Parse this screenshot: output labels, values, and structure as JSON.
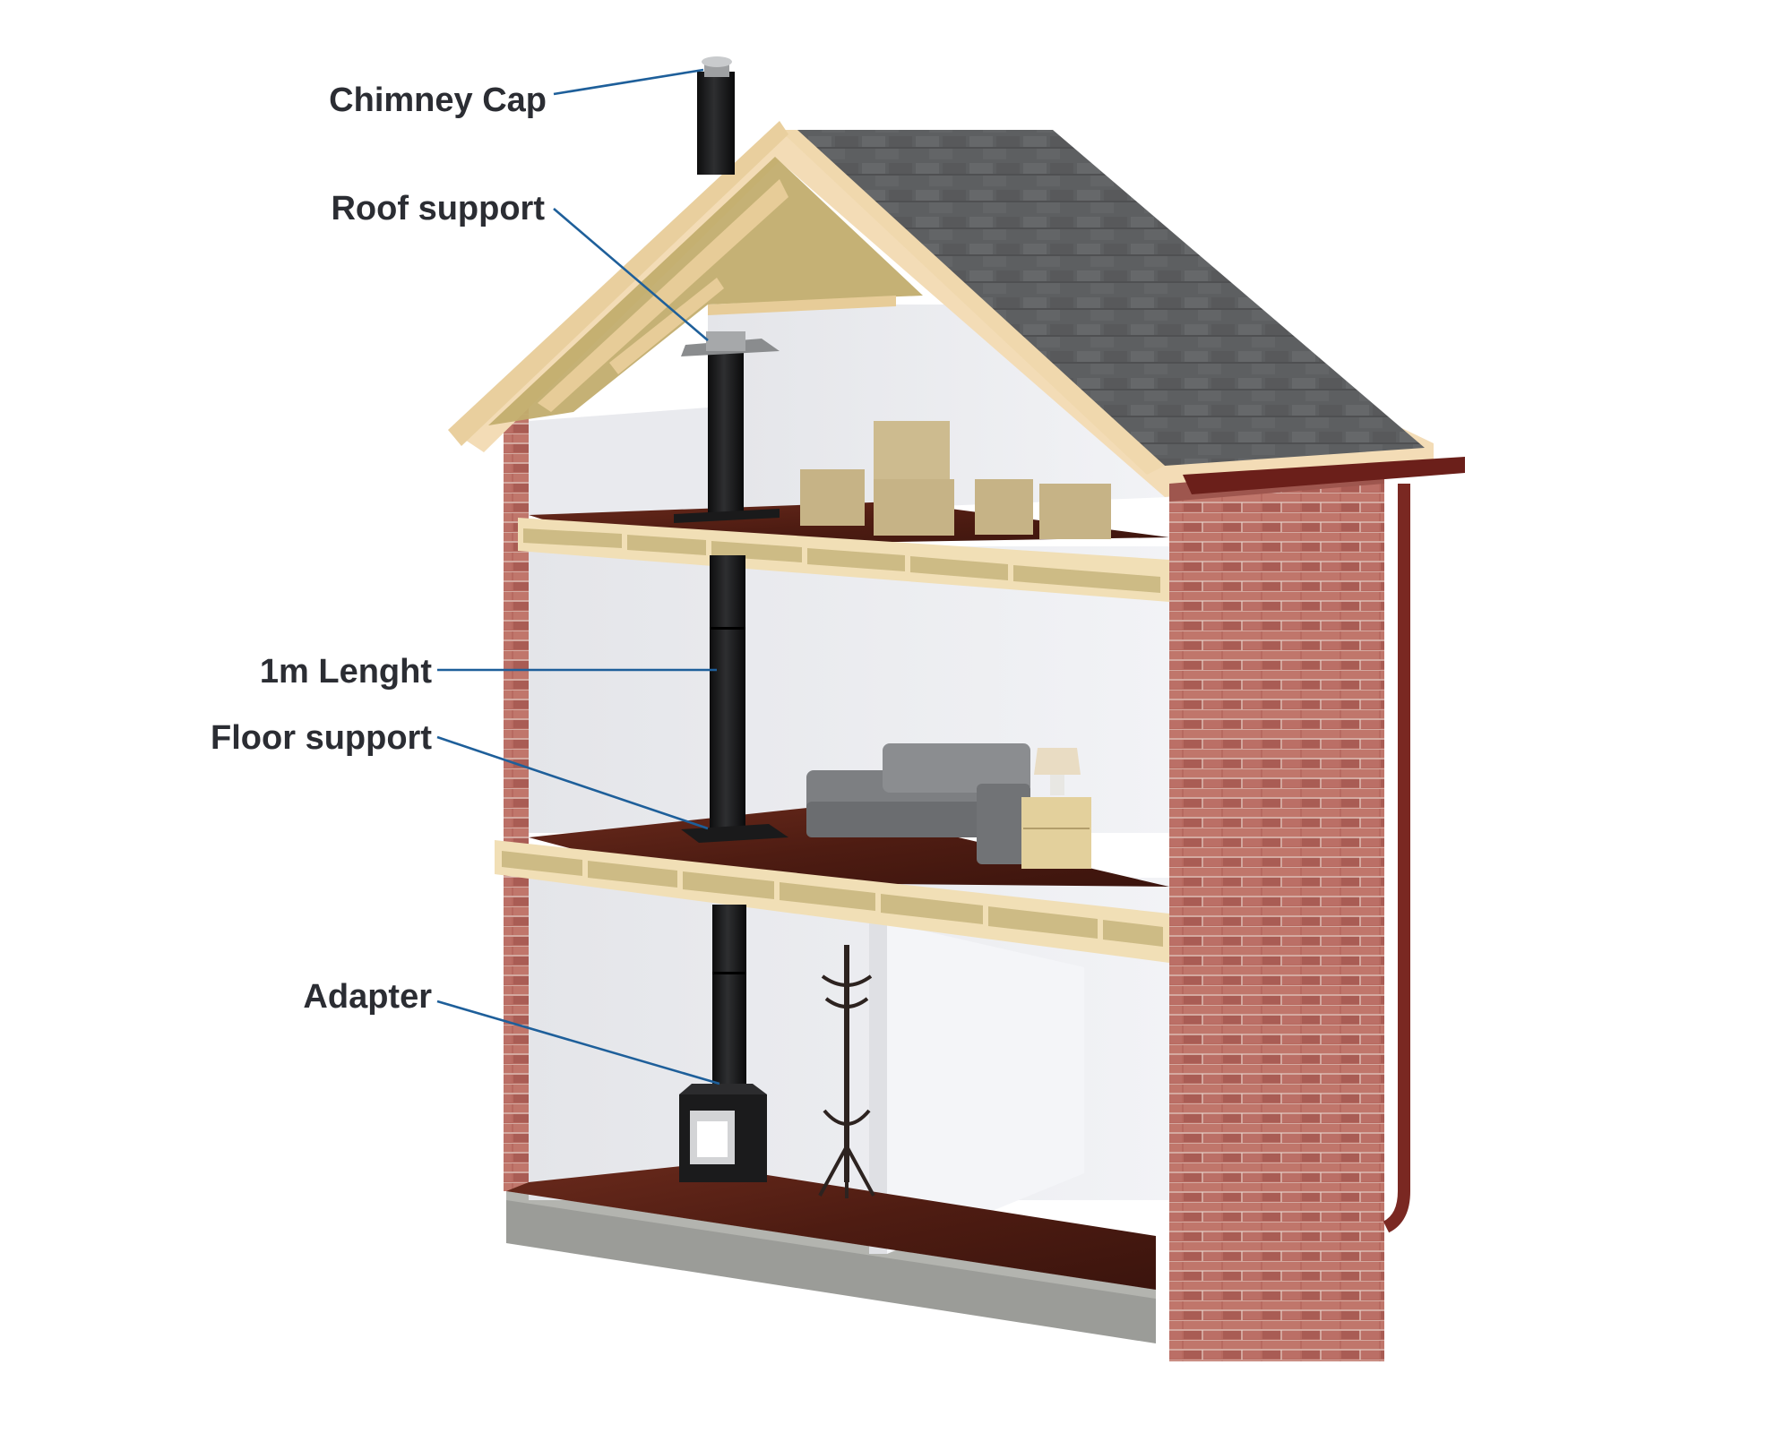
{
  "diagram": {
    "labels": {
      "chimney_cap": "Chimney Cap",
      "roof_support": "Roof support",
      "length": "1m Lenght",
      "floor_support": "Floor support",
      "adapter": "Adapter"
    },
    "colors": {
      "leader_line": "#1e5f9a",
      "label_text": "#2b2d33",
      "brick": "#b7645c",
      "roof_tiles": "#5b5d5f",
      "flue_pipe": "#1d1d1f",
      "timber": "#f2dfb8",
      "insulation": "#cbb883",
      "floorboards": "#5a2418",
      "gutter": "#6b1f1a"
    }
  }
}
